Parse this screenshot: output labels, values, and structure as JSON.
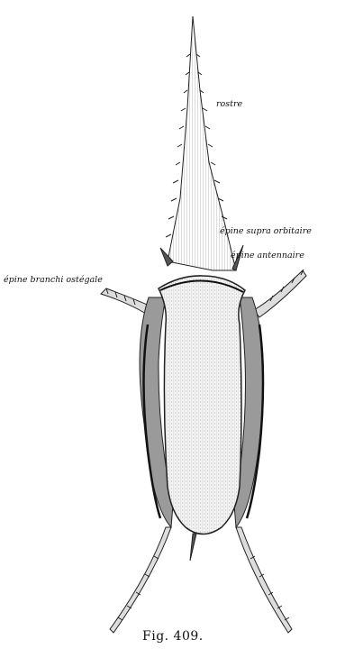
{
  "figure": {
    "caption": "Fig. 409.",
    "labels": {
      "rostre": "rostre",
      "supra_orbitaire": "épine supra orbitaire",
      "antennaire": "épine antennaire",
      "branchi_ostegale": "épine branchi ostégale"
    }
  }
}
